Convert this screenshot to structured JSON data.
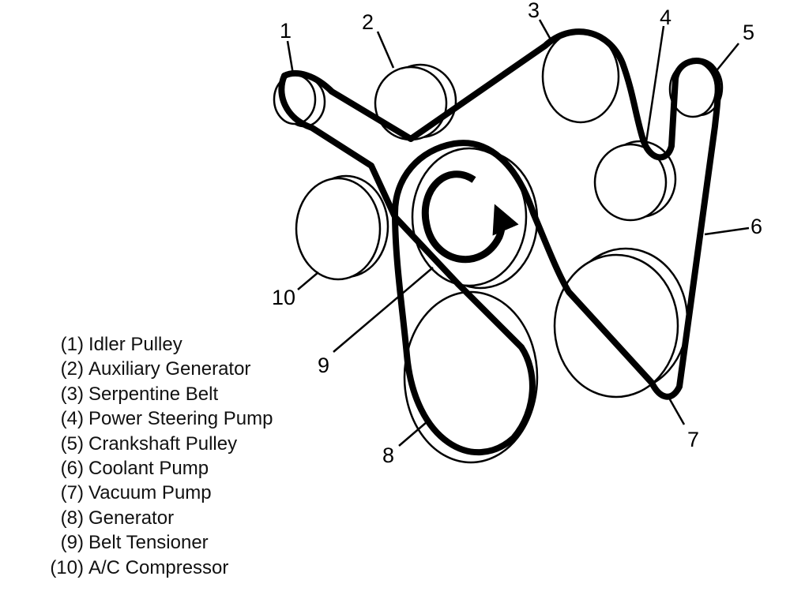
{
  "diagram": {
    "callouts": [
      "1",
      "2",
      "3",
      "4",
      "5",
      "6",
      "7",
      "8",
      "9",
      "10"
    ]
  },
  "legend": [
    {
      "num": "(1)",
      "label": "Idler Pulley"
    },
    {
      "num": "(2)",
      "label": "Auxiliary Generator"
    },
    {
      "num": "(3)",
      "label": "Serpentine Belt"
    },
    {
      "num": "(4)",
      "label": "Power Steering Pump"
    },
    {
      "num": "(5)",
      "label": "Crankshaft Pulley"
    },
    {
      "num": "(6)",
      "label": "Coolant Pump"
    },
    {
      "num": "(7)",
      "label": "Vacuum Pump"
    },
    {
      "num": "(8)",
      "label": "Generator"
    },
    {
      "num": "(9)",
      "label": "Belt Tensioner"
    },
    {
      "num": "(10)",
      "label": "A/C Compressor"
    }
  ],
  "colors": {
    "line": "#000000",
    "background": "#ffffff"
  }
}
